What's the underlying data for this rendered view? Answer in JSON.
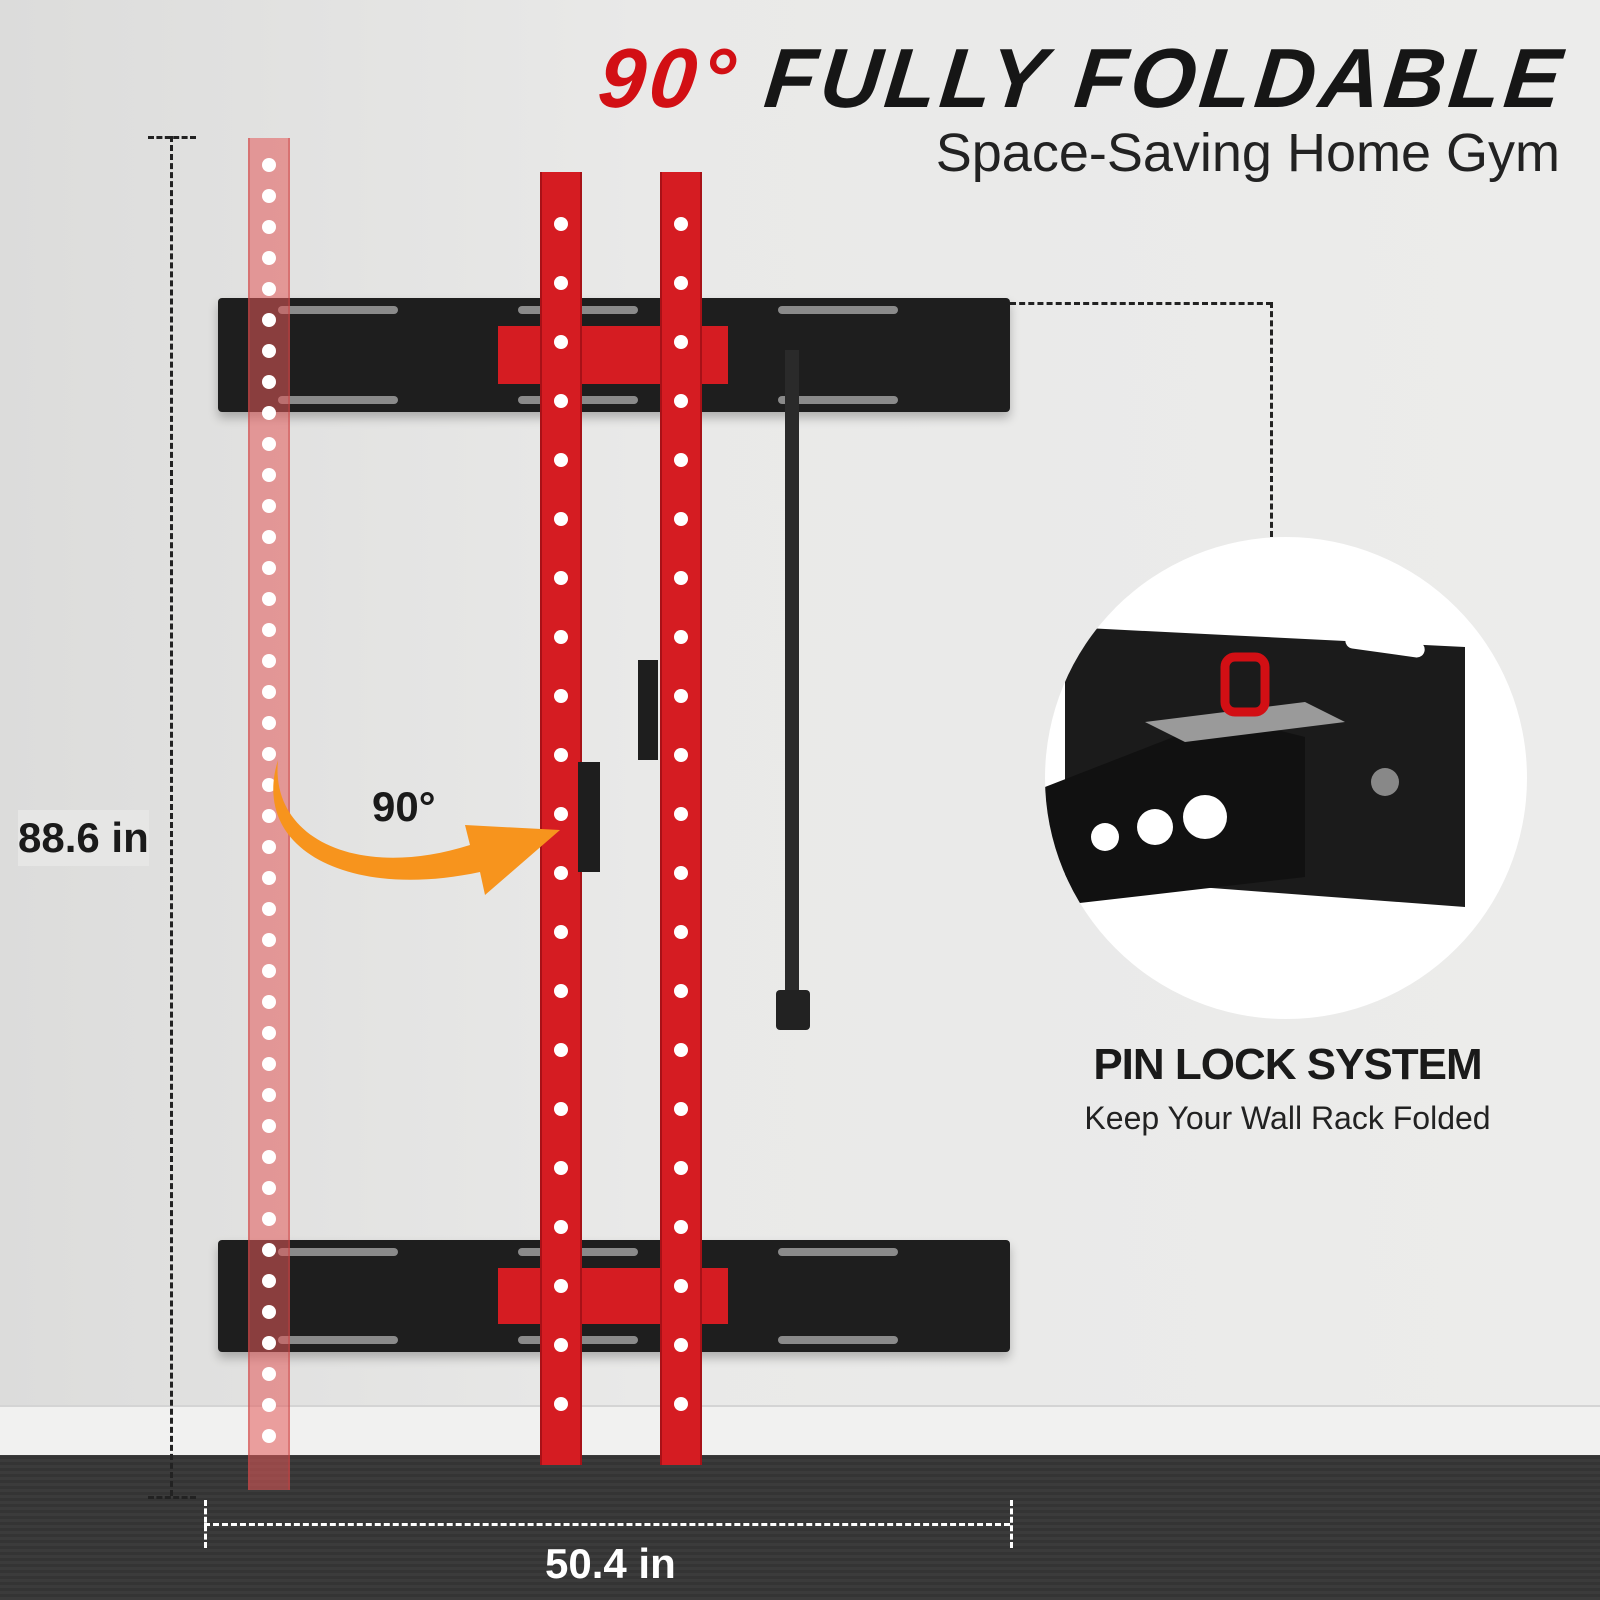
{
  "headline": {
    "angle": "90°",
    "text": "FULLY FOLDABLE",
    "subtitle": "Space-Saving Home Gym"
  },
  "dimensions": {
    "height": "88.6 in",
    "width": "50.4 in"
  },
  "fold_label": "90°",
  "feature": {
    "title": "PIN LOCK SYSTEM",
    "subtitle": "Keep Your Wall Rack Folded"
  },
  "colors": {
    "accent_red": "#d20f14",
    "arrow_orange": "#f7941d",
    "frame_black": "#1e1e1e"
  }
}
